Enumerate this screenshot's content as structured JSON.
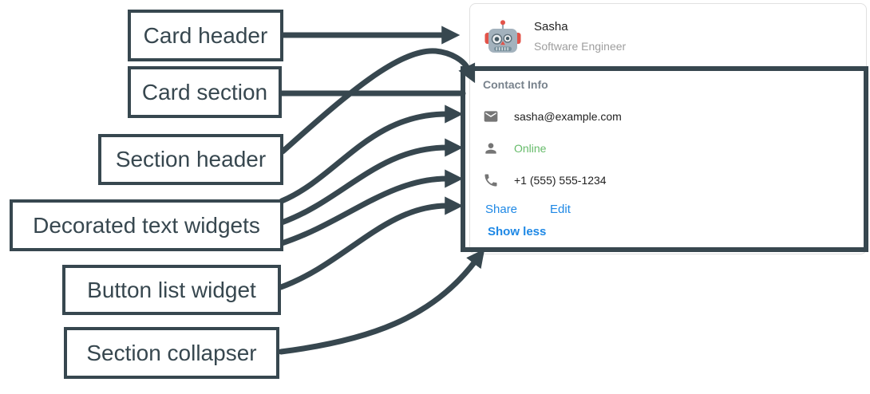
{
  "colors": {
    "annotation": "#37474f",
    "link_blue": "#1e88e5",
    "online_green": "#66bb6a",
    "row_text": "#212121",
    "section_title_gray": "#78828c",
    "subtitle_gray": "#9e9e9e",
    "icon_gray": "#757575",
    "card_border": "#e0e0e0"
  },
  "labels": [
    {
      "id": "card-header",
      "text": "Card header"
    },
    {
      "id": "card-section",
      "text": "Card section"
    },
    {
      "id": "section-header",
      "text": "Section header"
    },
    {
      "id": "decorated-text-widgets",
      "text": "Decorated text widgets"
    },
    {
      "id": "button-list-widget",
      "text": "Button list widget"
    },
    {
      "id": "section-collapser",
      "text": "Section collapser"
    }
  ],
  "card": {
    "header": {
      "name": "Sasha",
      "role": "Software Engineer",
      "avatar": "robot-emoji"
    },
    "section": {
      "title": "Contact Info",
      "rows": [
        {
          "icon": "email-icon",
          "text": "sasha@example.com"
        },
        {
          "icon": "person-icon",
          "text": "Online"
        },
        {
          "icon": "phone-icon",
          "text": "+1 (555) 555-1234"
        }
      ],
      "buttons": [
        {
          "label": "Share"
        },
        {
          "label": "Edit"
        }
      ],
      "collapser_label": "Show less"
    }
  }
}
